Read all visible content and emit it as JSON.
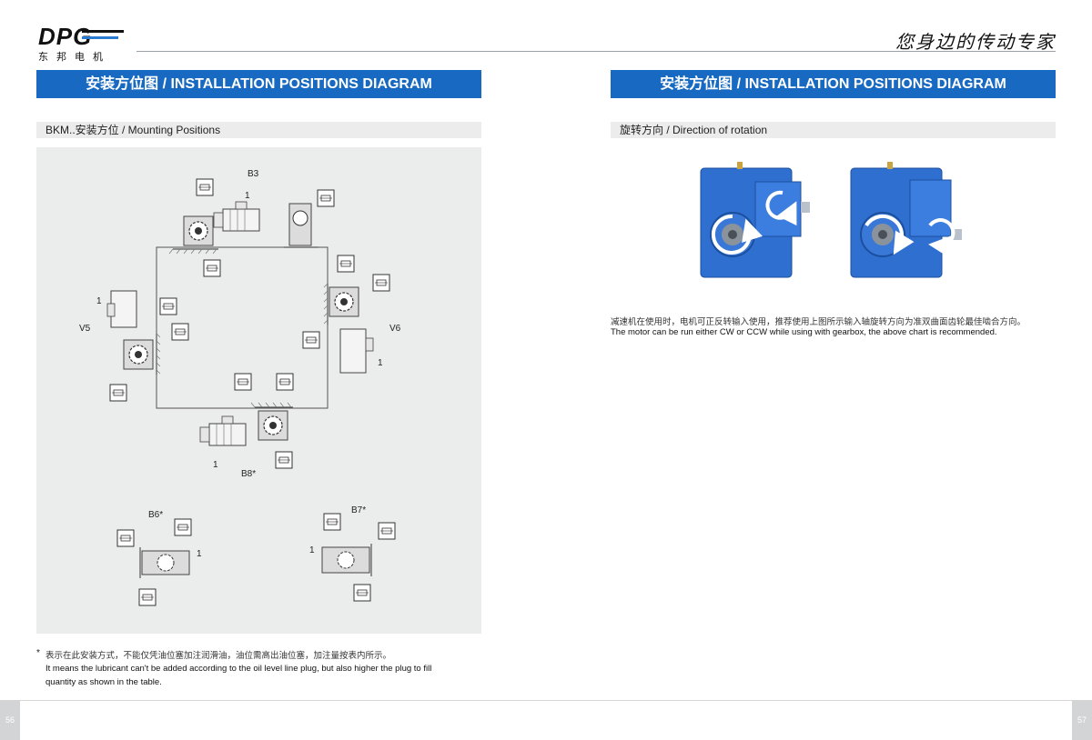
{
  "header": {
    "logo_text": "DPG",
    "logo_subtitle": "东邦电机",
    "slogan": "您身边的传动专家"
  },
  "left_page": {
    "banner": "安装方位图 / INSTALLATION POSITIONS DIAGRAM",
    "subheading": "BKM..安装方位 / Mounting Positions",
    "diagram_labels": {
      "b3": "B3",
      "v5": "V5",
      "v6": "V6",
      "b8": "B8*",
      "b6": "B6*",
      "b7": "B7*",
      "index_1": "1"
    },
    "note_star": "*",
    "note_zh": "表示在此安装方式，不能仅凭油位塞加注润滑油，油位需高出油位塞，加注量按表内所示。",
    "note_en_line1": "It means the lubricant can't be added according to the oil level line plug, but also higher the plug to fill",
    "note_en_line2": "quantity as shown in the table.",
    "page_number": "56"
  },
  "right_page": {
    "banner": "安装方位图 / INSTALLATION POSITIONS DIAGRAM",
    "subheading": "旋转方向 / Direction of rotation",
    "text_zh": "减速机在使用时，电机可正反转输入使用，推荐使用上图所示输入轴旋转方向为准双曲面齿轮最佳啮合方向。",
    "text_en": "The motor can be run either CW or CCW while using with gearbox, the above chart is recommended.",
    "page_number": "57"
  },
  "colors": {
    "banner_blue": "#1769c2",
    "gearbox_blue": "#2f6fd0",
    "panel_gray": "#ebecec"
  }
}
